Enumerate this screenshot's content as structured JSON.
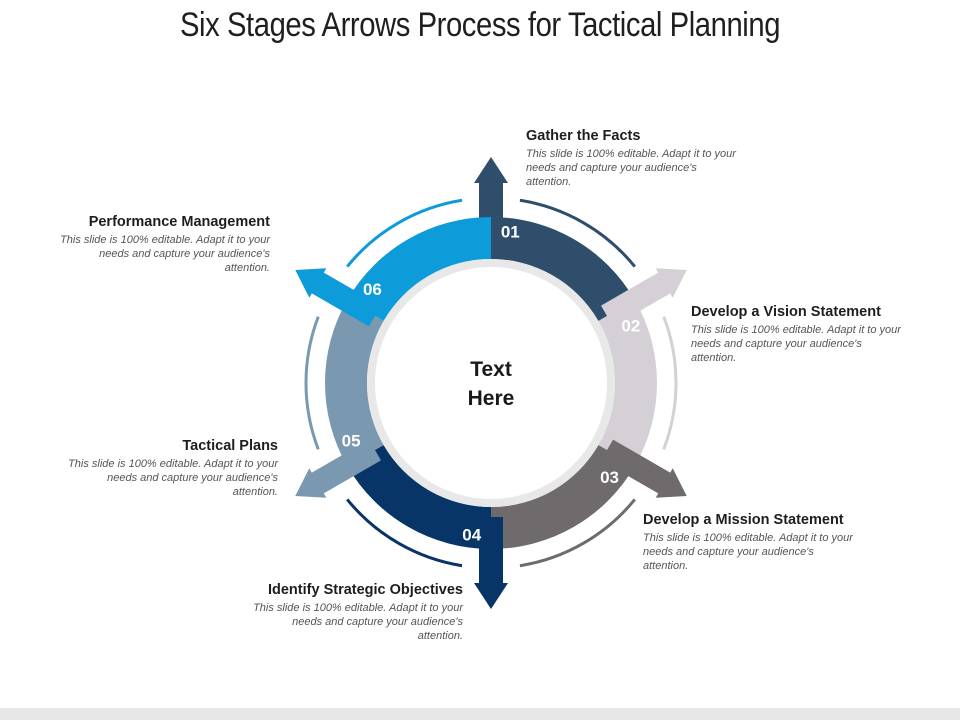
{
  "title": "Six Stages Arrows Process for Tactical Planning",
  "center": {
    "line1": "Text",
    "line2": "Here"
  },
  "colors": {
    "s1": "#2e4e6c",
    "s2": "#d4d0d6",
    "s3": "#6f6a6c",
    "s4": "#073567",
    "s5": "#7b98b1",
    "s6": "#0e9bd9"
  },
  "stages": [
    {
      "num": "01",
      "title": "Gather the Facts",
      "desc": "This slide is 100% editable. Adapt it to your needs and capture your audience's attention."
    },
    {
      "num": "02",
      "title": "Develop a Vision Statement",
      "desc": "This slide is 100% editable. Adapt it to your needs and capture your audience's attention."
    },
    {
      "num": "03",
      "title": "Develop a Mission Statement",
      "desc": "This slide is 100% editable. Adapt it to your needs and capture your audience's attention."
    },
    {
      "num": "04",
      "title": "Identify Strategic Objectives",
      "desc": "This slide is 100% editable. Adapt it to your needs and capture your audience's attention."
    },
    {
      "num": "05",
      "title": "Tactical Plans",
      "desc": "This slide is 100% editable. Adapt it to your needs and capture your audience's attention."
    },
    {
      "num": "06",
      "title": "Performance Management",
      "desc": "This slide is 100% editable. Adapt it to your needs and capture your audience's attention."
    }
  ]
}
